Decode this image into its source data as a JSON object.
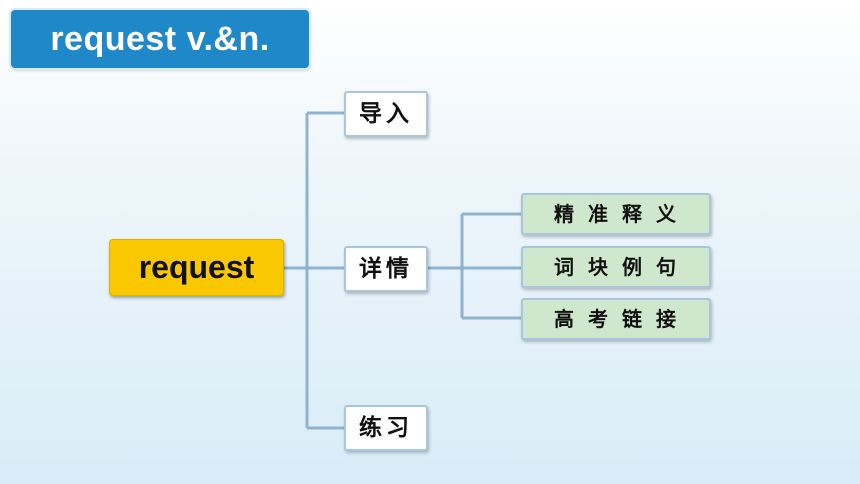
{
  "title": "request v.&n.",
  "root": "request",
  "level1": [
    {
      "label": "导入"
    },
    {
      "label": "详情"
    },
    {
      "label": "练习"
    }
  ],
  "level2": [
    {
      "label": "精准释义"
    },
    {
      "label": "词块例句"
    },
    {
      "label": "高考链接"
    }
  ],
  "colors": {
    "title_bg": "#1e88c9",
    "root_bg": "#f9c800",
    "level2_bg": "#cfe8cd",
    "connector": "#8fb3d1"
  }
}
